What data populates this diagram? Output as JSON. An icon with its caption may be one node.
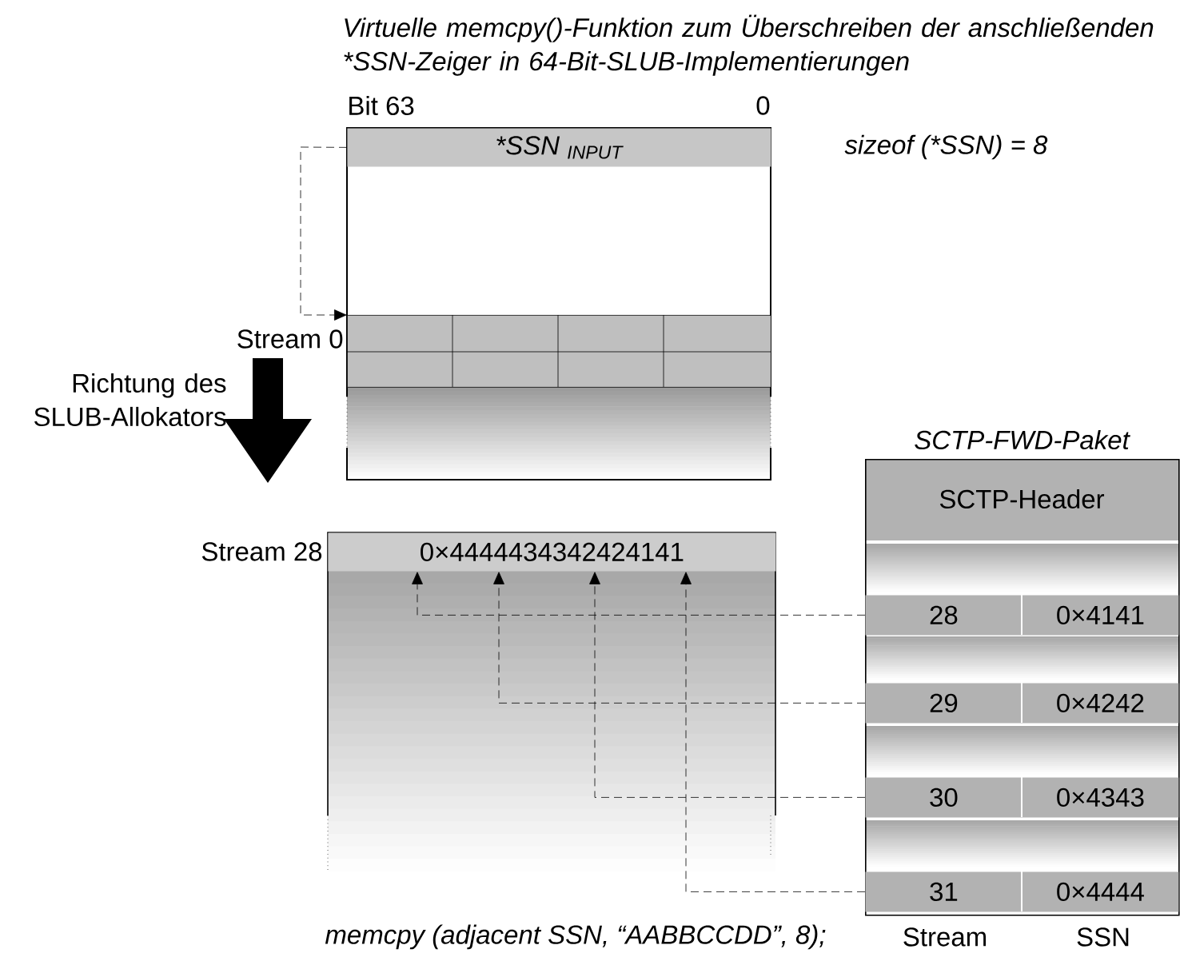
{
  "diagram": {
    "title": "Virtuelle memcpy()-Funktion zum Überschreiben der anschließenden *SSN-Zeiger in 64-Bit-SLUB-Implementierungen",
    "nodes": [
      {
        "text": [
          "*SSN $_{INPUT}$"
        ]
      },
      {
        "text": [
          "Stream 0"
        ]
      },
      {
        "text": [
          "Stream 28",
          "0×4444434342424141"
        ]
      },
      {
        "text": [
          "SCTP-FWD-Paket",
          "SCTP-Header"
        ]
      },
      {
        "text": [
          "28",
          "0×4141"
        ],
        "in": 3
      },
      {
        "text": [
          "29",
          "0×4242"
        ],
        "in": 3
      },
      {
        "text": [
          "30",
          "0×4343"
        ],
        "in": 3
      },
      {
        "text": [
          "31",
          "0×4444"
        ],
        "in": 3
      }
    ],
    "edges": [
      {
        "from": 0,
        "to": 1,
        "arrow": "to",
        "style": "dashed"
      },
      {
        "from": 4,
        "to": 2,
        "arrow": "to",
        "style": "dashed"
      },
      {
        "from": 5,
        "to": 2,
        "arrow": "to",
        "style": "dashed"
      },
      {
        "from": 6,
        "to": 2,
        "arrow": "to",
        "style": "dashed"
      },
      {
        "from": 7,
        "to": 2,
        "arrow": "to",
        "style": "dashed"
      }
    ],
    "labels": [
      "Bit 63",
      "0",
      "sizeof (*SSN) = 8",
      "Richtung des SLUB-Allokators",
      "Stream",
      "SSN",
      "memcpy (adjacent SSN, “AABBCCDD”, 8);"
    ]
  }
}
